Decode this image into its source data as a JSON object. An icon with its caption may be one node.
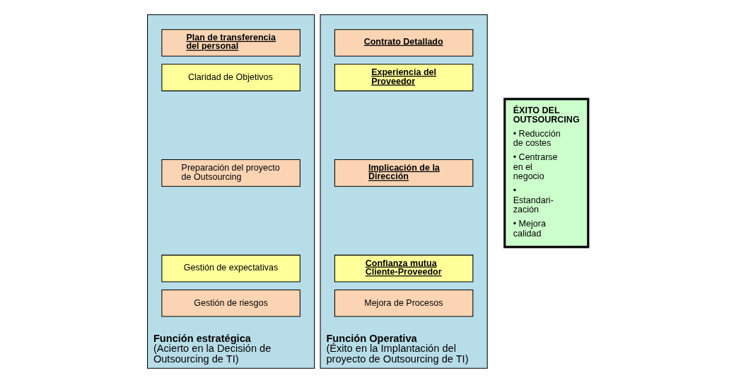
{
  "diagram": {
    "nodes": [
      {
        "text": [
          "Función estratégica",
          "(Acierto en la Decisión de Outsourcing de TI)"
        ]
      },
      {
        "text": [
          "Plan de transferencia del personal"
        ],
        "in": 0
      },
      {
        "text": [
          "Claridad de Objetivos"
        ],
        "in": 0
      },
      {
        "text": [
          "Preparación del proyecto de Outsourcing"
        ],
        "in": 0
      },
      {
        "text": [
          "Gestión de expectativas"
        ],
        "in": 0
      },
      {
        "text": [
          "Gestión de riesgos"
        ],
        "in": 0
      },
      {
        "text": [
          "Función Operativa",
          "(Éxito en la Implantación del proyecto de Outsourcing de TI)"
        ]
      },
      {
        "text": [
          "Contrato Detallado"
        ],
        "in": 6
      },
      {
        "text": [
          "Experiencia del Proveedor"
        ],
        "in": 6
      },
      {
        "text": [
          "Implicación de la Dirección"
        ],
        "in": 6
      },
      {
        "text": [
          "Confianza mutua Cliente-Proveedor"
        ],
        "in": 6
      },
      {
        "text": [
          "Mejora de Procesos"
        ],
        "in": 6
      },
      {
        "text": [
          "ÉXITO DEL OUTSOURCING",
          "• Reducción de costes",
          "• Centrarse en el negocio",
          "• Estandari- zación",
          "• Mejora calidad"
        ]
      }
    ]
  }
}
